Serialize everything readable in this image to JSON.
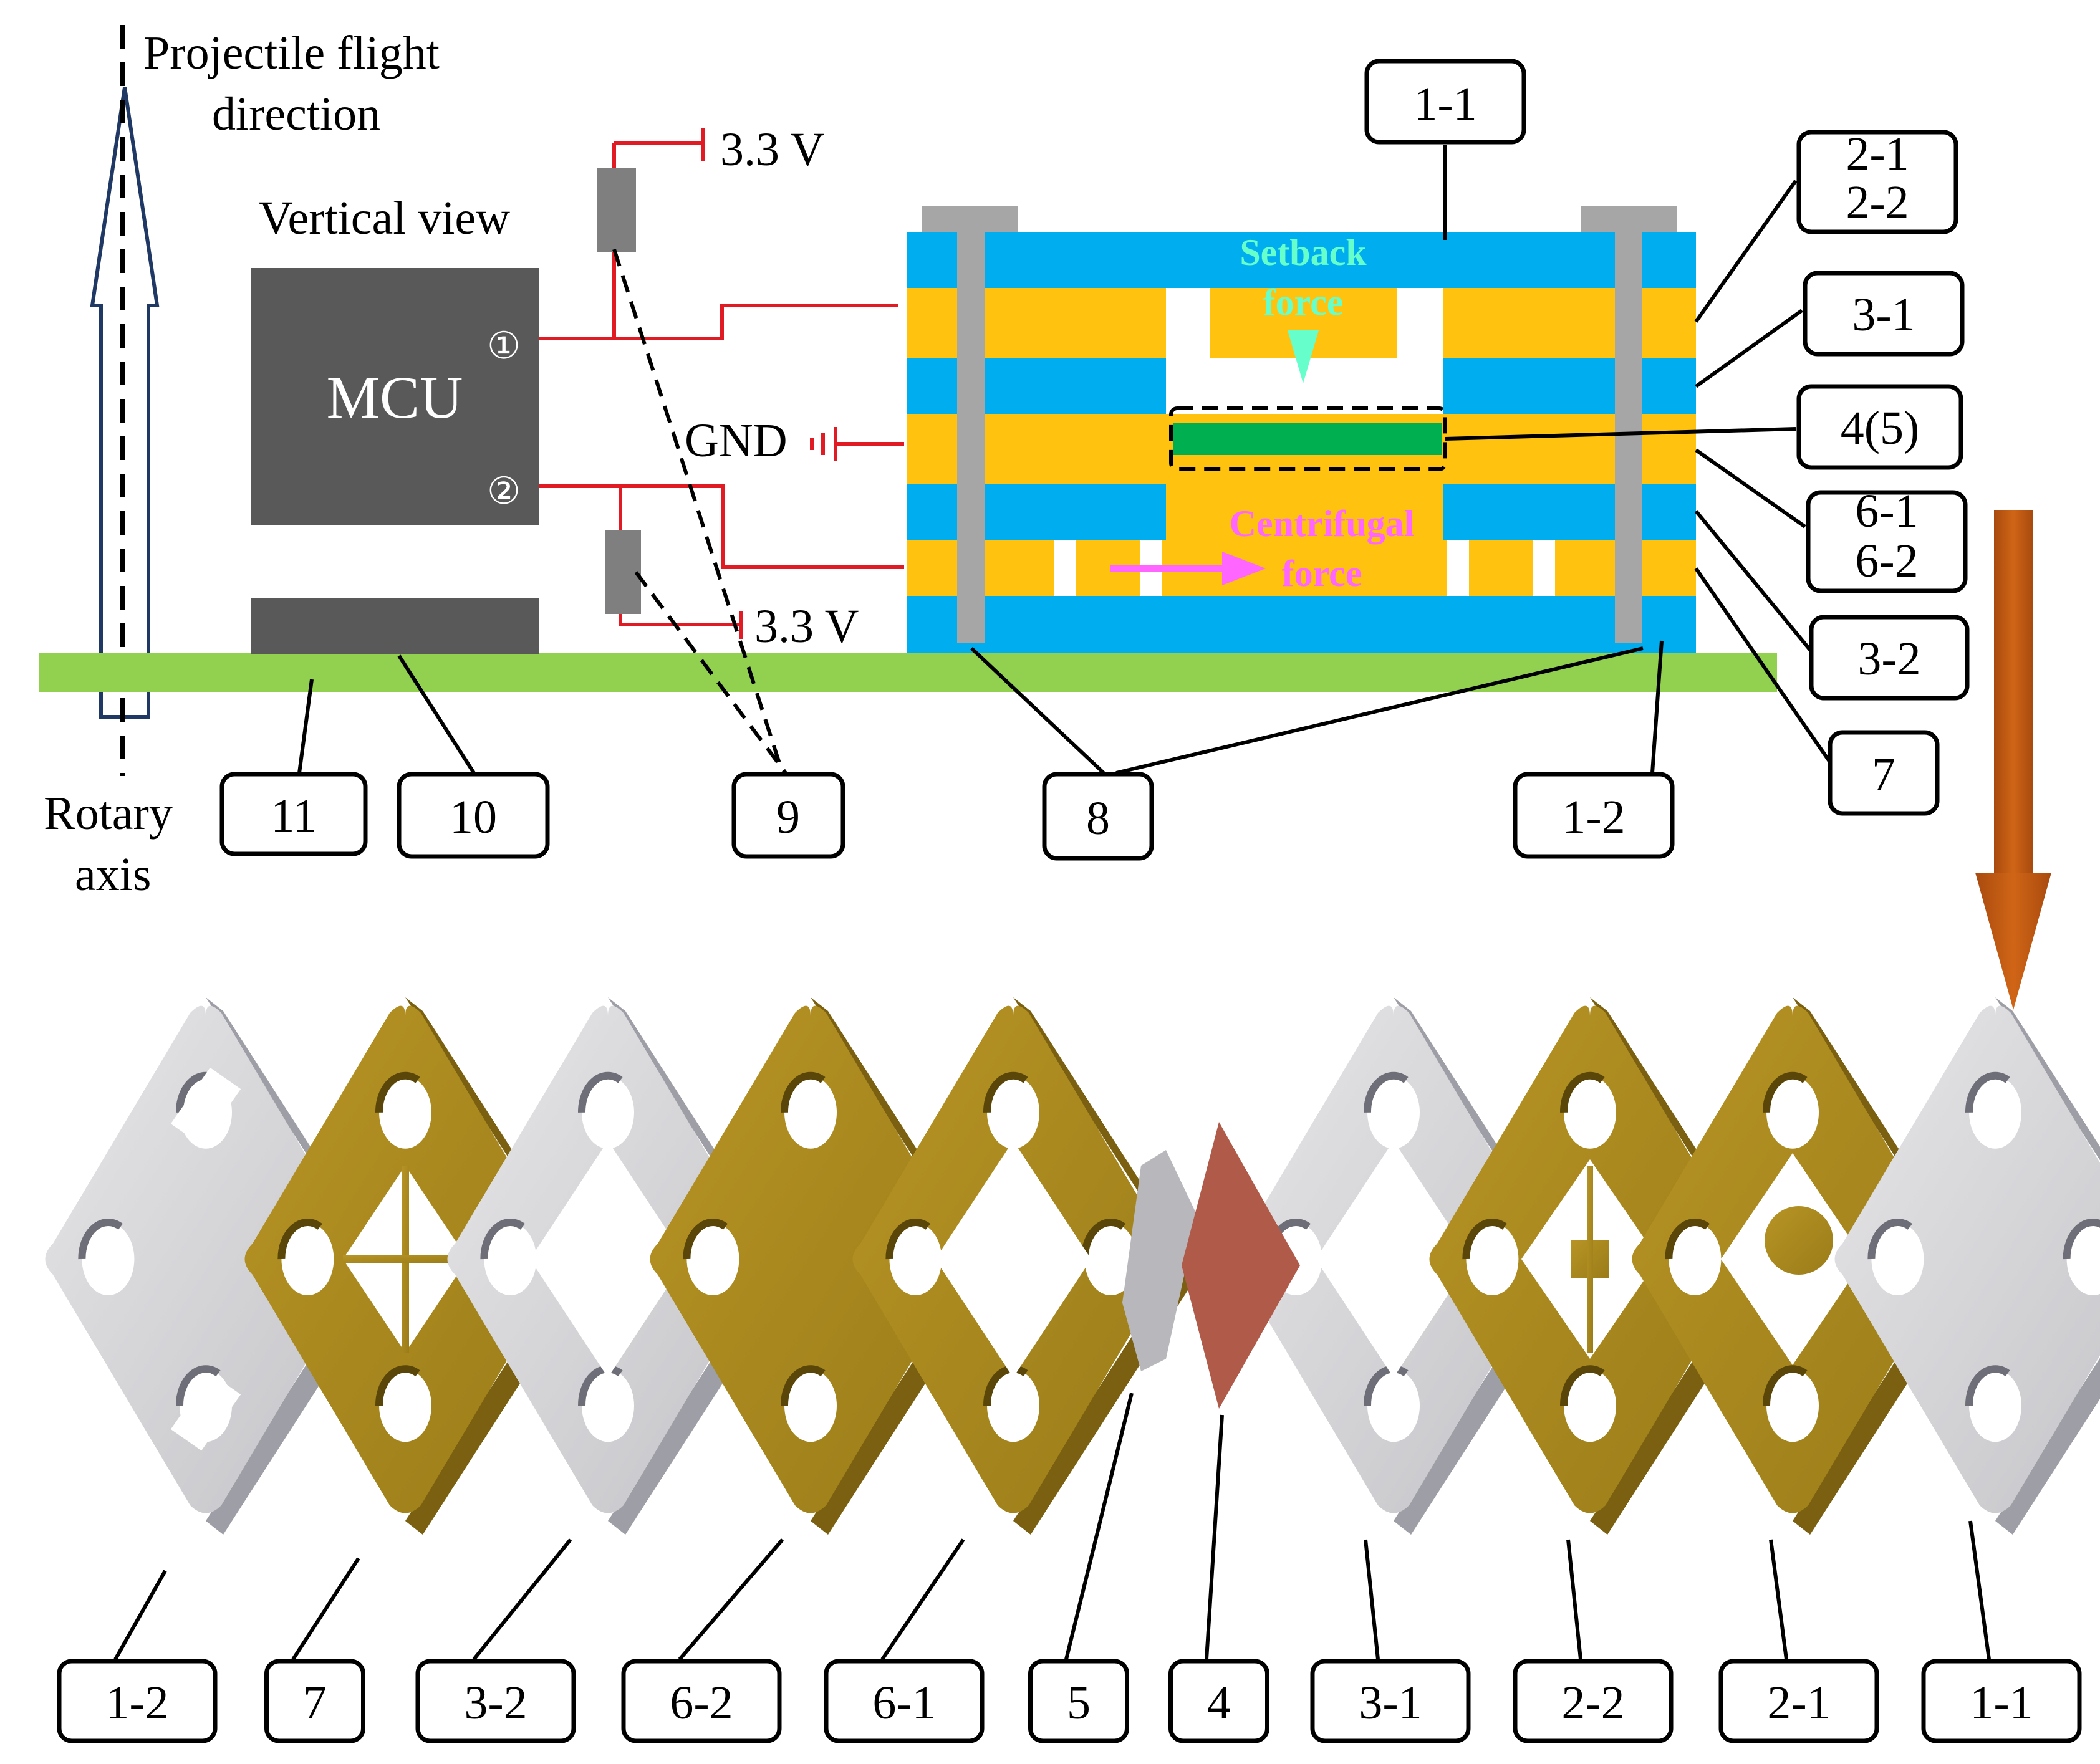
{
  "axis": {
    "flight_direction": [
      "Projectile flight",
      "direction"
    ],
    "rotary": [
      "Rotary",
      "axis"
    ]
  },
  "circuit": {
    "view_title": "Vertical view",
    "mcu_label": "MCU",
    "pin1": "①",
    "pin2": "②",
    "vcc_top": "3.3 V",
    "vcc_bottom": "3.3 V",
    "gnd": "GND"
  },
  "section": {
    "setback": [
      "Setback",
      "force"
    ],
    "centrifugal": [
      "Centrifugal",
      "force"
    ]
  },
  "callouts_top": {
    "c11": "11",
    "c10": "10",
    "c9": "9",
    "c8": "8",
    "c12": "1-2",
    "c11top": "1-1",
    "c21": "2-1",
    "c22": "2-2",
    "c31": "3-1",
    "c45": "4(5)",
    "c61": "6-1",
    "c62": "6-2",
    "c32": "3-2",
    "c7": "7"
  },
  "exploded_labels": [
    "1-2",
    "7",
    "3-2",
    "6-2",
    "6-1",
    "5",
    "4",
    "3-1",
    "2-2",
    "2-1",
    "1-1"
  ],
  "colors": {
    "blue_layer": "#00aeef",
    "gold_layer": "#ffc20e",
    "board": "#92d050",
    "chip": "#595959",
    "wire": "#e01b24",
    "piezo": "#00b050",
    "bolt": "#a6a6a6",
    "arrow": "#c55a11",
    "setback_text": "#66ffcc",
    "centrifugal_text": "#ff66ff",
    "plate_silver": "#d4d4d6",
    "plate_gold": "#a6861e",
    "plate_copper": "#b05a4a"
  }
}
